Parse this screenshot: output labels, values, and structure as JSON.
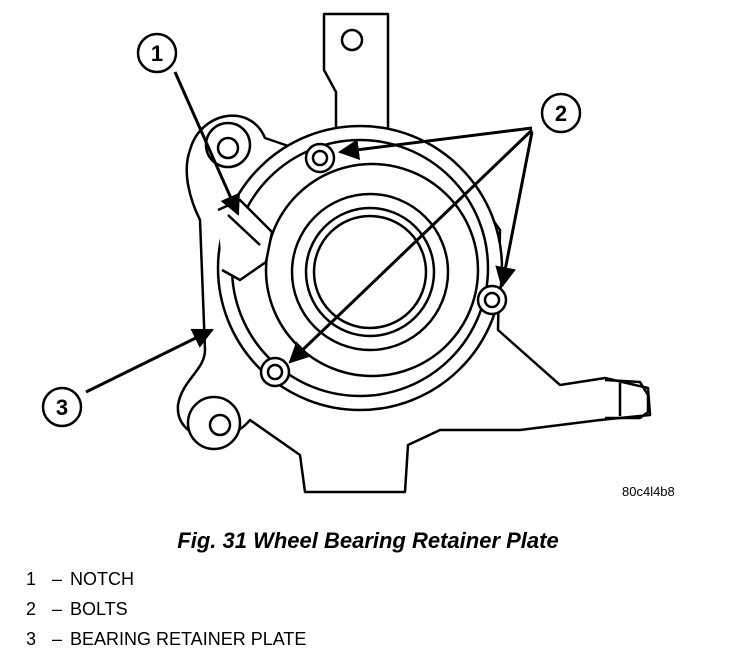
{
  "figure": {
    "ref_code": "80c4l4b8",
    "caption": "Fig. 31 Wheel Bearing Retainer Plate",
    "callouts": [
      "1",
      "2",
      "3"
    ]
  },
  "legend": [
    {
      "num": "1",
      "sep": "–",
      "label": "NOTCH"
    },
    {
      "num": "2",
      "sep": "–",
      "label": "BOLTS"
    },
    {
      "num": "3",
      "sep": "–",
      "label": "BEARING RETAINER PLATE"
    }
  ]
}
